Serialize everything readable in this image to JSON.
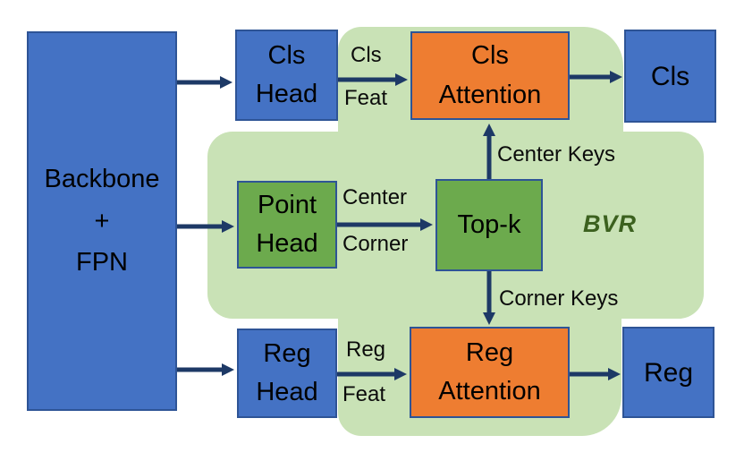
{
  "diagram": {
    "description": "BVR detector architecture block diagram",
    "region_label": "BVR"
  },
  "colors": {
    "node_blue": "#4472c4",
    "node_green": "#6caa4d",
    "node_orange": "#ee7d31",
    "node_border": "#2e5496",
    "region_light_green": "#c9e2b6",
    "arrow_navy": "#1d3966",
    "bvr_label_green": "#3c611f",
    "text": "#000000",
    "background": "#ffffff"
  },
  "nodes": {
    "backbone": {
      "label": "Backbone\n+\nFPN"
    },
    "cls_head": {
      "label": "Cls\nHead"
    },
    "point_head": {
      "label": "Point\nHead"
    },
    "reg_head": {
      "label": "Reg\nHead"
    },
    "topk": {
      "label": "Top-k"
    },
    "cls_attention": {
      "label": "Cls\nAttention"
    },
    "reg_attention": {
      "label": "Reg\nAttention"
    },
    "cls_out": {
      "label": "Cls"
    },
    "reg_out": {
      "label": "Reg"
    }
  },
  "edge_labels": {
    "cls_feat_line1": "Cls",
    "cls_feat_line2": "Feat",
    "center": "Center",
    "corner": "Corner",
    "center_keys": "Center Keys",
    "corner_keys": "Corner Keys",
    "reg_feat_line1": "Reg",
    "reg_feat_line2": "Feat"
  }
}
